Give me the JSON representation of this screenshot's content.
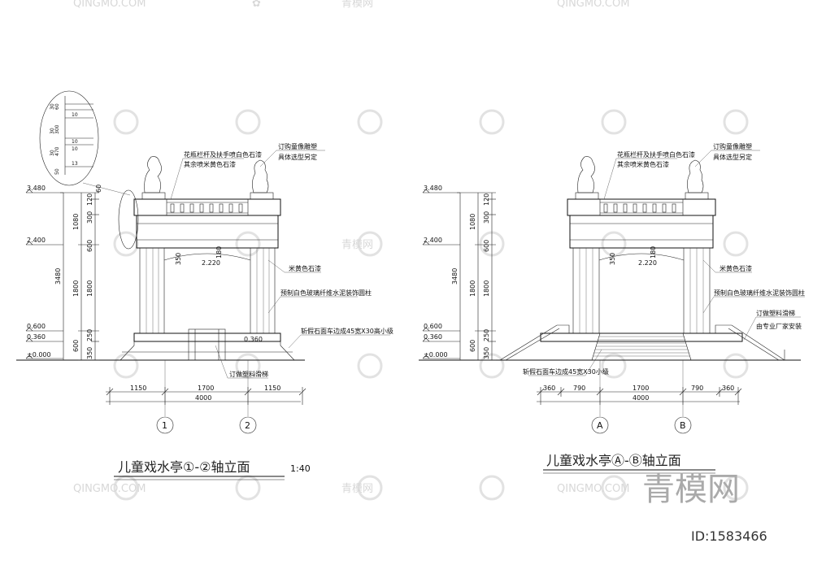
{
  "left_view": {
    "title": "儿童戏水亭①-②轴立面",
    "scale": "1:40",
    "level_marks": [
      "3.480",
      "2.400",
      "0.600",
      "0.360",
      "±0.000"
    ],
    "vertical_dims_total": "3480",
    "vertical_dims": [
      "1080",
      "1800",
      "600"
    ],
    "vertical_dims_inner": [
      "120",
      "300",
      "600",
      "1800",
      "250",
      "350"
    ],
    "top_dim": "60",
    "detail_dims": [
      "30",
      "60",
      "10",
      "30",
      "300",
      "10",
      "30",
      "470",
      "10",
      "50",
      "13"
    ],
    "inner_elev": "2.220",
    "inner_dim": "350",
    "inner_dim2": "180",
    "step_elev": "0.360",
    "horizontal_dims": [
      "1150",
      "1700",
      "1150"
    ],
    "horizontal_total": "4000",
    "axes": [
      "1",
      "2"
    ],
    "notes": {
      "railing": "花瓶栏杆及扶手喷白色石漆",
      "rest": "其余喷米黄色石漆",
      "statue": "订购童像雕塑",
      "statue2": "具体选型另定",
      "beige": "米黄色石漆",
      "column": "预制白色玻璃纤维水泥装饰圆柱",
      "steps": "斩假石面车边成45宽X30高小级",
      "slide": "订做塑料滑梯"
    }
  },
  "right_view": {
    "title": "儿童戏水亭Ⓐ-Ⓑ轴立面",
    "level_marks": [
      "3.480",
      "2.400",
      "0.600",
      "0.360",
      "±0.000"
    ],
    "vertical_dims_total": "3480",
    "vertical_dims": [
      "1080",
      "1800",
      "600"
    ],
    "vertical_dims_inner": [
      "120",
      "300",
      "600",
      "1800",
      "250",
      "350"
    ],
    "inner_elev": "2.220",
    "inner_dim": "350",
    "inner_dim2": "180",
    "horizontal_dims": [
      "360",
      "790",
      "1700",
      "790",
      "360"
    ],
    "horizontal_total": "4000",
    "axes": [
      "A",
      "B"
    ],
    "notes": {
      "railing": "花瓶栏杆及扶手喷白色石漆",
      "rest": "其余喷米黄色石漆",
      "statue": "订购童像雕塑",
      "statue2": "具体选型另定",
      "beige": "米黄色石漆",
      "column": "预制白色玻璃纤维水泥装饰圆柱",
      "slide": "订做塑料滑梯",
      "slide2": "由专业厂家安装",
      "steps": "斩假石面车边成45宽X30小级"
    }
  },
  "watermark": {
    "brand": "青模网",
    "url": "QINGMO.COM",
    "id_text": "ID:1583466"
  }
}
